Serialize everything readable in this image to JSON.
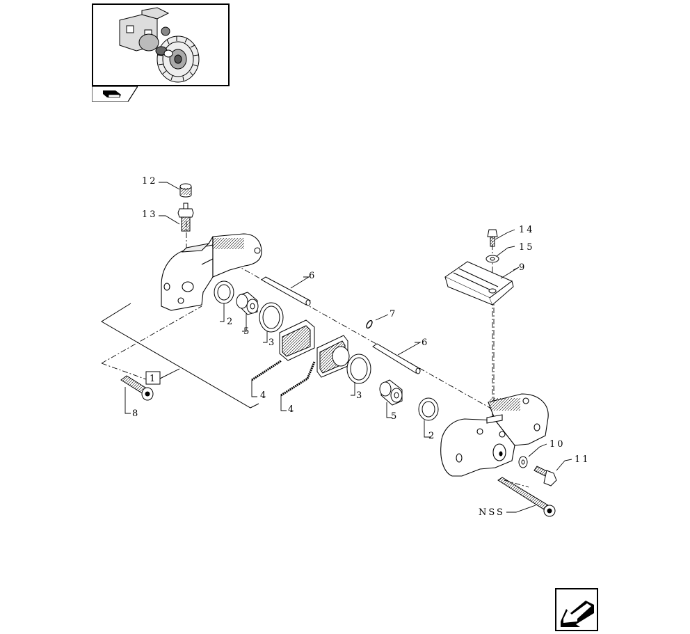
{
  "thumbnail": {
    "icon": "tractor-axle-thumbnail-icon"
  },
  "thumbnail_tab": {
    "icon": "section-book-icon"
  },
  "nav": {
    "icon": "previous-page-arrow-icon"
  },
  "callouts": {
    "c1": "1",
    "c2a": "2",
    "c2b": "2",
    "c3a": "3",
    "c3b": "3",
    "c4a": "4",
    "c4b": "4",
    "c5a": "5",
    "c5b": "5",
    "c6a": "6",
    "c6b": "6",
    "c7": "7",
    "c8": "8",
    "c9": "9",
    "c10": "10",
    "c11": "11",
    "c12": "12",
    "c13": "13",
    "c14": "14",
    "c15": "15",
    "nss": "NSS"
  }
}
